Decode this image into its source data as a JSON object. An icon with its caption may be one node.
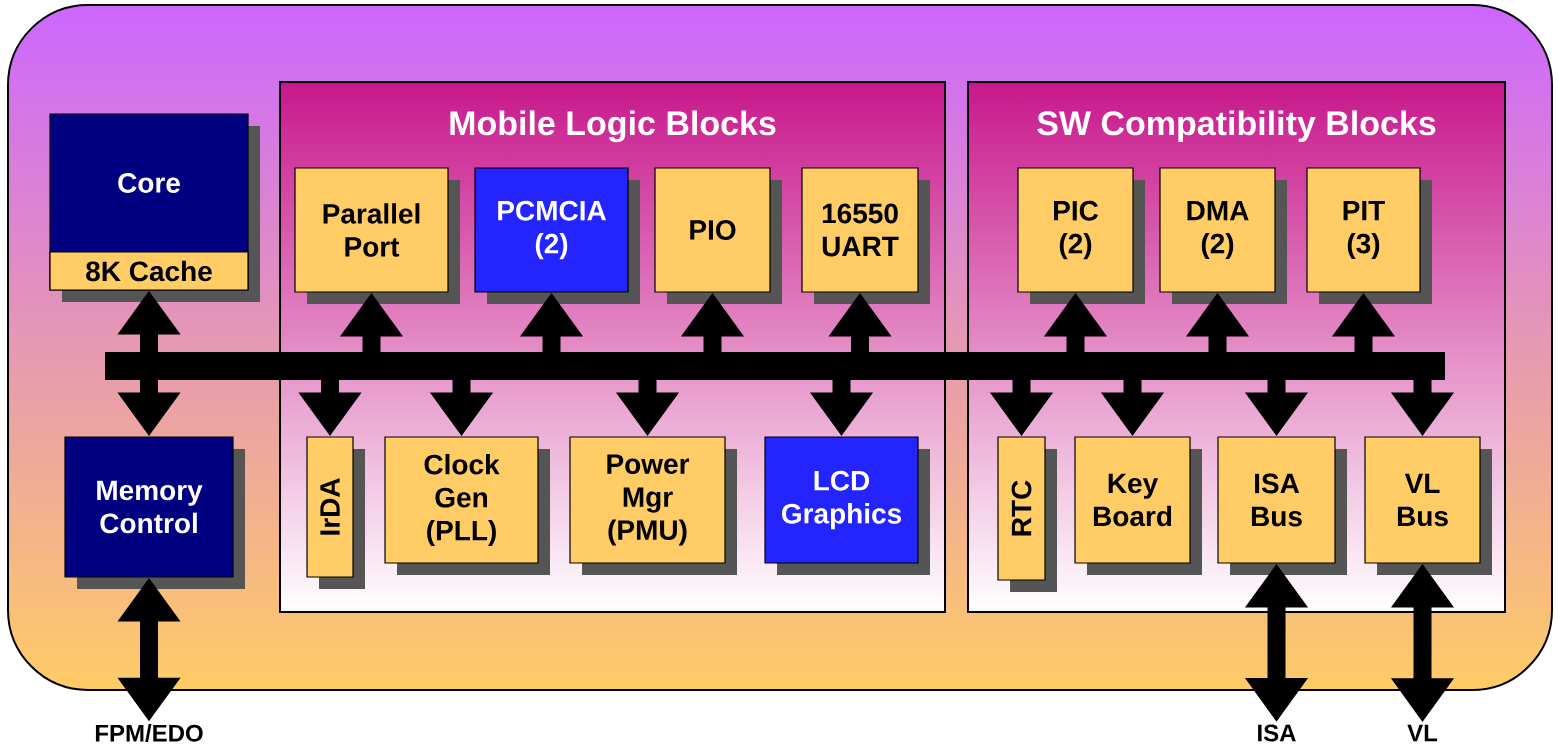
{
  "diagram": {
    "nodes": [
      {
        "text": [],
        "shape": "box"
      },
      {
        "text": [
          "Core",
          "8K Cache"
        ],
        "in": 0
      },
      {
        "text": [
          "Mobile Logic Blocks"
        ],
        "in": 0
      },
      {
        "text": [
          "Parallel Port"
        ],
        "in": 2
      },
      {
        "text": [
          "PCMCIA (2)"
        ],
        "in": 2
      },
      {
        "text": [
          "PIO"
        ],
        "in": 2
      },
      {
        "text": [
          "16550 UART"
        ],
        "in": 2
      },
      {
        "text": [
          "SW Compatibility Blocks"
        ],
        "in": 0
      },
      {
        "text": [
          "PIC (2)"
        ],
        "in": 7
      },
      {
        "text": [
          "DMA (2)"
        ],
        "in": 7
      },
      {
        "text": [
          "PIT (3)"
        ],
        "in": 7
      },
      {
        "text": [],
        "shape": "bar",
        "in": 0
      },
      {
        "text": [
          "Memory Control"
        ],
        "in": 0
      },
      {
        "text": [
          "IrDA"
        ],
        "in": 2
      },
      {
        "text": [
          "Clock Gen (PLL)"
        ],
        "in": 2
      },
      {
        "text": [
          "Power Mgr (PMU)"
        ],
        "in": 2
      },
      {
        "text": [
          "LCD Graphics"
        ],
        "in": 2
      },
      {
        "text": [
          "RTC"
        ],
        "in": 7
      },
      {
        "text": [
          "Key Board"
        ],
        "in": 7
      },
      {
        "text": [
          "ISA Bus"
        ],
        "in": 7
      },
      {
        "text": [
          "VL Bus"
        ],
        "in": 7
      },
      {
        "text": [
          "FPM/EDO"
        ]
      },
      {
        "text": [
          "ISA"
        ]
      },
      {
        "text": [
          "VL"
        ]
      }
    ],
    "edges": [
      {
        "from": 11,
        "to": 1,
        "arrow": "to"
      },
      {
        "from": 11,
        "to": 3,
        "arrow": "to"
      },
      {
        "from": 11,
        "to": 4,
        "arrow": "to"
      },
      {
        "from": 11,
        "to": 5,
        "arrow": "to"
      },
      {
        "from": 11,
        "to": 6,
        "arrow": "to"
      },
      {
        "from": 11,
        "to": 8,
        "arrow": "to"
      },
      {
        "from": 11,
        "to": 9,
        "arrow": "to"
      },
      {
        "from": 11,
        "to": 10,
        "arrow": "to"
      },
      {
        "from": 11,
        "to": 12,
        "arrow": "to"
      },
      {
        "from": 11,
        "to": 13,
        "arrow": "to"
      },
      {
        "from": 11,
        "to": 14,
        "arrow": "to"
      },
      {
        "from": 11,
        "to": 15,
        "arrow": "to"
      },
      {
        "from": 11,
        "to": 16,
        "arrow": "to"
      },
      {
        "from": 11,
        "to": 17,
        "arrow": "to"
      },
      {
        "from": 11,
        "to": 18,
        "arrow": "to"
      },
      {
        "from": 11,
        "to": 19,
        "arrow": "to"
      },
      {
        "from": 11,
        "to": 20,
        "arrow": "to"
      },
      {
        "from": 12,
        "to": 21,
        "arrow": "both"
      },
      {
        "from": 19,
        "to": 22,
        "arrow": "both"
      },
      {
        "from": 20,
        "to": 23,
        "arrow": "both"
      }
    ]
  }
}
